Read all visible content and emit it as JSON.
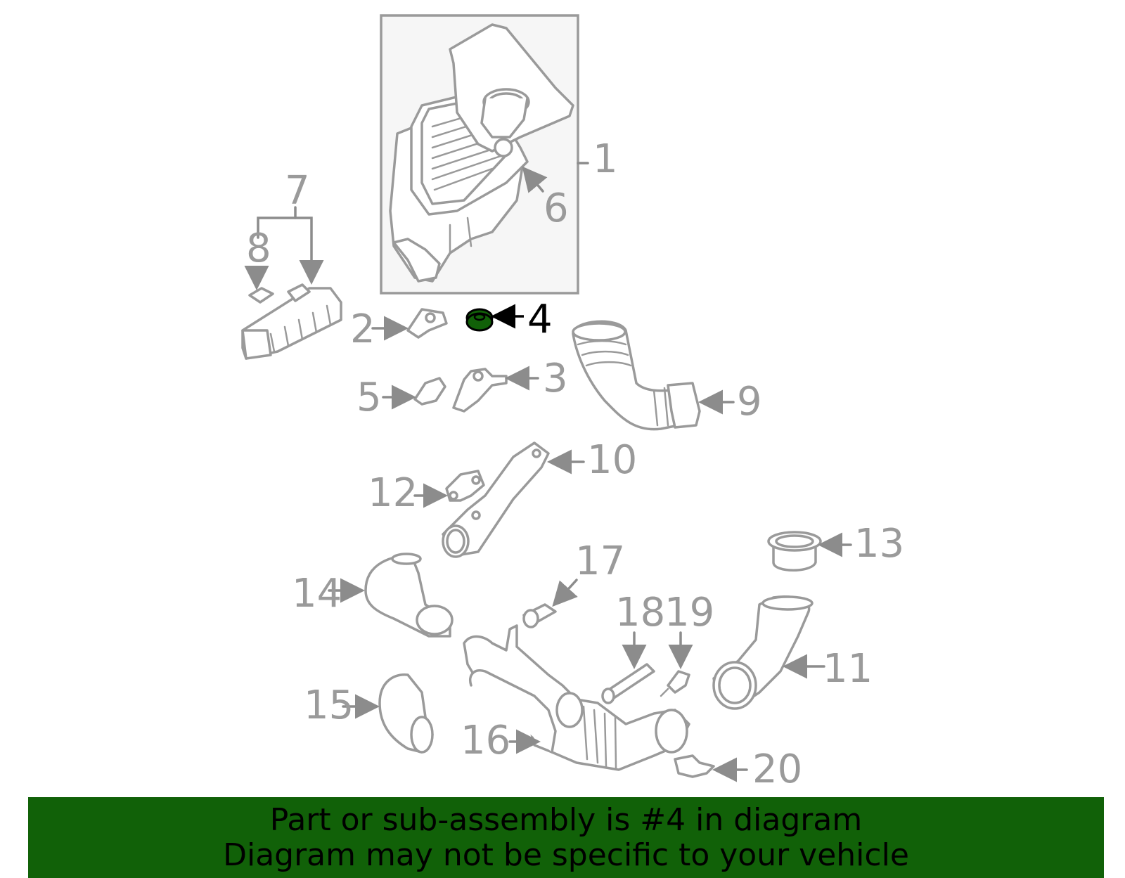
{
  "highlight_color": "#116108",
  "highlighted_part": "4",
  "callouts": {
    "c1": "1",
    "c2": "2",
    "c3": "3",
    "c4": "4",
    "c5": "5",
    "c6": "6",
    "c7": "7",
    "c8": "8",
    "c9": "9",
    "c10": "10",
    "c11": "11",
    "c12": "12",
    "c13": "13",
    "c14": "14",
    "c15": "15",
    "c16": "16",
    "c17": "17",
    "c18": "18",
    "c19": "19",
    "c20": "20"
  },
  "banner": {
    "line1": "Part or sub-assembly is #4 in diagram",
    "line2": "Diagram may not be specific to your vehicle"
  }
}
